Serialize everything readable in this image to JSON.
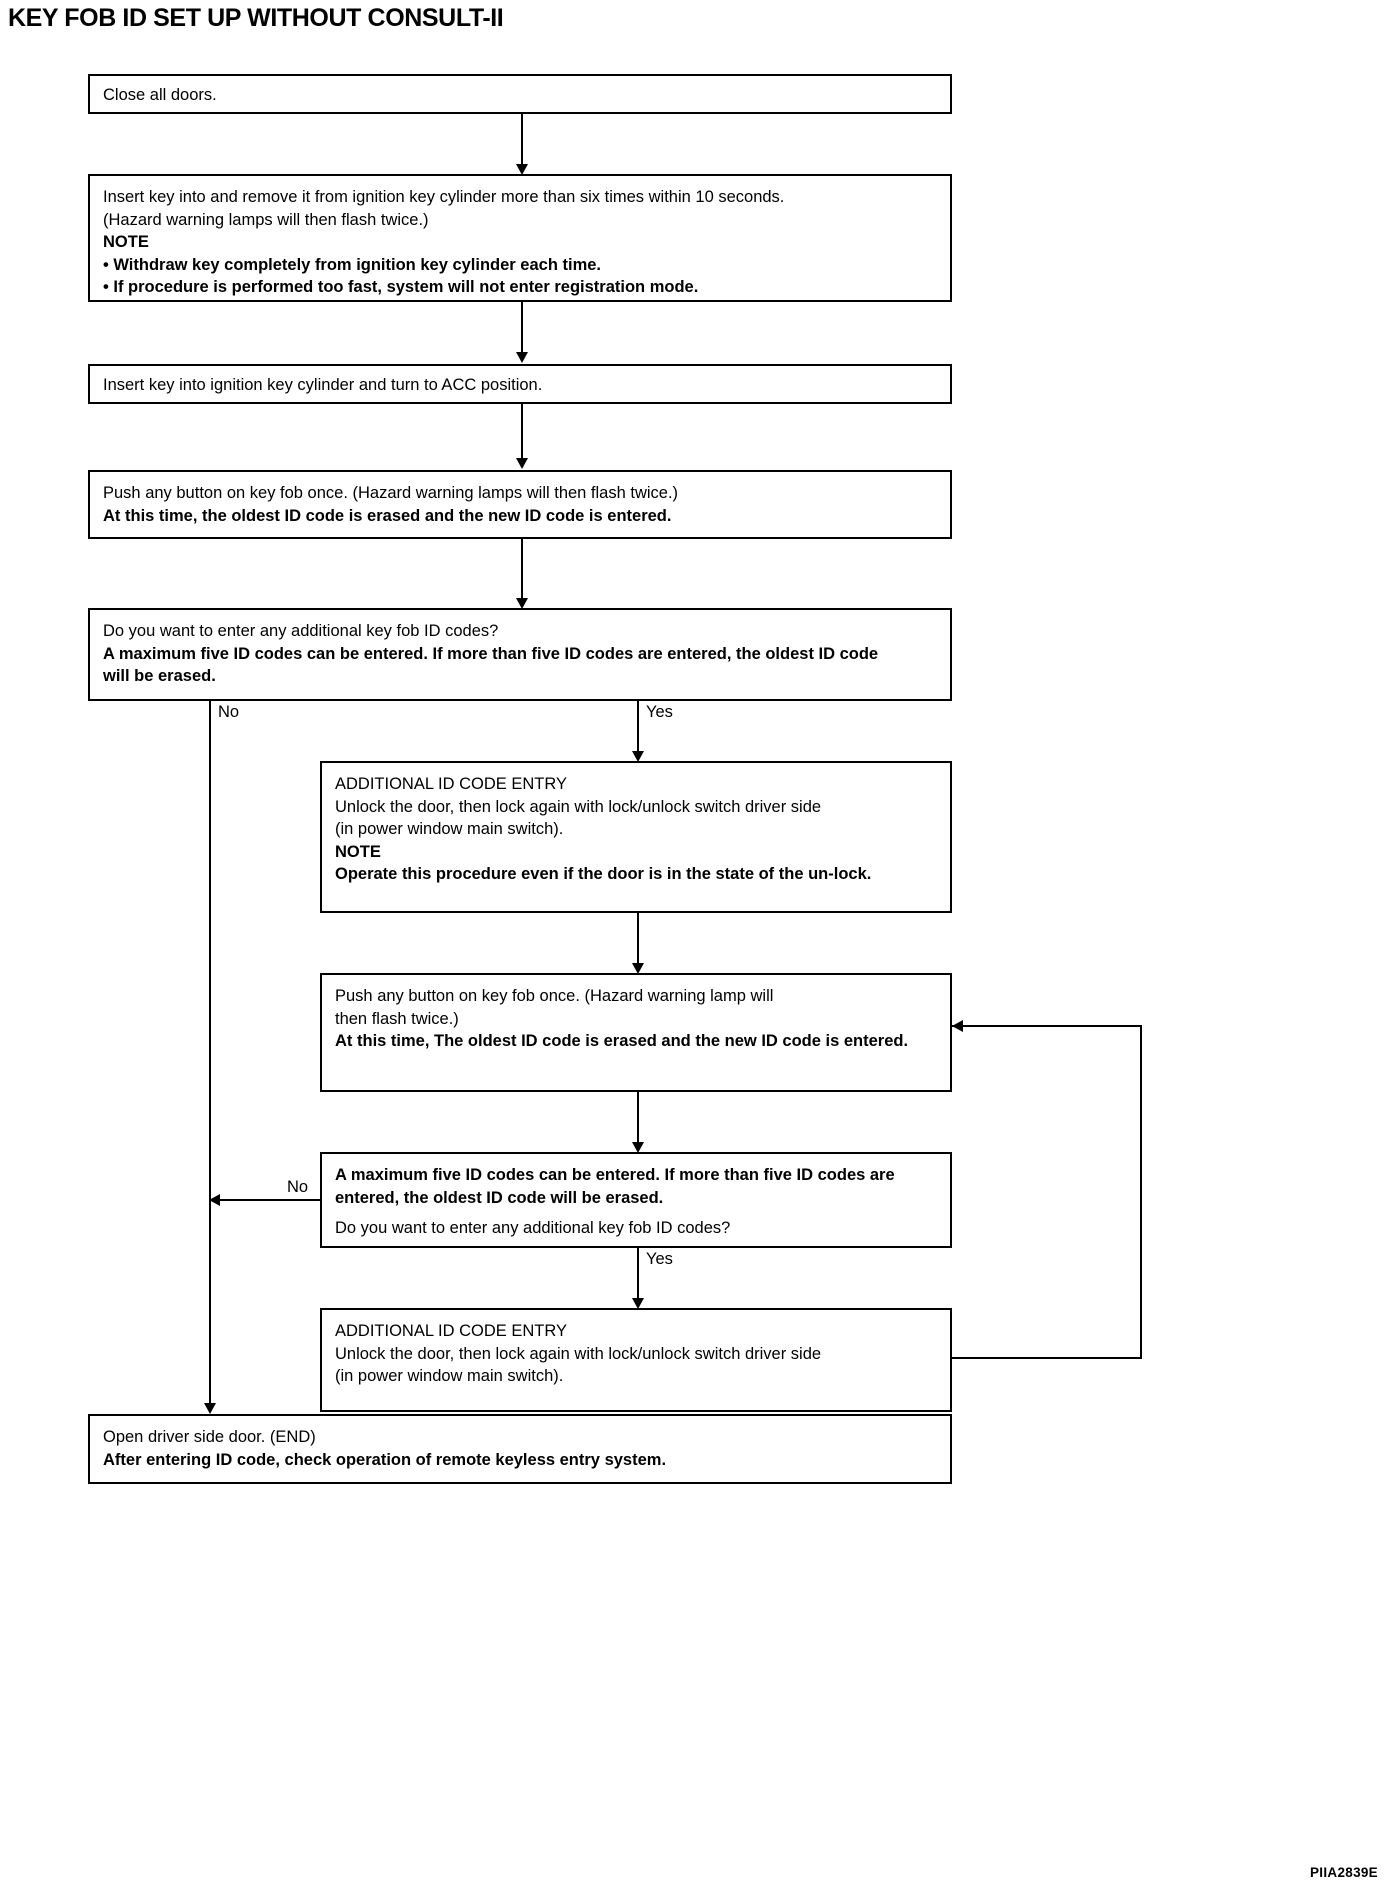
{
  "document": {
    "title": "KEY FOB ID SET UP WITHOUT CONSULT-II",
    "figure_id": "PIIA2839E"
  },
  "flowchart": {
    "type": "flowchart",
    "orientation": "top-to-bottom",
    "nodes": [
      {
        "id": "start",
        "name": "close-all-doors",
        "lines": [
          {
            "text": "Close all doors.",
            "bold": false
          }
        ]
      },
      {
        "id": "insert-remove-key",
        "name": "insert-remove-key-cylinder",
        "lines": [
          {
            "text": "Insert key into and remove it from ignition key cylinder more than six times within 10 seconds.",
            "bold": false
          },
          {
            "text": "(Hazard warning lamps will then flash twice.)",
            "bold": false
          },
          {
            "text": "NOTE",
            "bold": true
          },
          {
            "text": "• Withdraw key completely from ignition key cylinder each time.",
            "bold": true
          },
          {
            "text": "• If procedure is performed too fast, system will not enter registration mode.",
            "bold": true
          }
        ]
      },
      {
        "id": "acc-position",
        "name": "insert-key-acc-position",
        "lines": [
          {
            "text": "Insert key into ignition key cylinder and turn to ACC position.",
            "bold": false
          }
        ]
      },
      {
        "id": "push-button-1",
        "name": "push-any-button-first",
        "lines": [
          {
            "text": "Push any button on key fob once. (Hazard warning lamps will then flash twice.)",
            "bold": false
          },
          {
            "text": "At this time, the oldest ID code is erased and the new ID code is entered.",
            "bold": true
          }
        ]
      },
      {
        "id": "decision-1",
        "name": "decision-additional-codes-first",
        "lines": [
          {
            "text": "Do you want to enter any additional key fob ID codes?",
            "bold": false
          },
          {
            "text": "A  maximum five ID codes can be entered. If more than five ID codes are entered, the oldest ID code will be erased.",
            "bold": true
          }
        ]
      },
      {
        "id": "additional-entry-1",
        "name": "additional-id-code-entry-first",
        "lines": [
          {
            "text": "ADDITIONAL ID CODE ENTRY",
            "bold": false
          },
          {
            "text": "Unlock the door, then lock again with lock/unlock switch driver side",
            "bold": false
          },
          {
            "text": "(in power window main switch).",
            "bold": false
          },
          {
            "text": "NOTE",
            "bold": true
          },
          {
            "text": "Operate this procedure even if the door is in the state of the un-lock.",
            "bold": true
          }
        ]
      },
      {
        "id": "push-button-2",
        "name": "push-any-button-second",
        "lines": [
          {
            "text": "Push any button on key fob once. (Hazard warning lamp will",
            "bold": false
          },
          {
            "text": "then flash twice.)",
            "bold": false
          },
          {
            "text": "At this time, The oldest ID code is erased and the new ID code is entered.",
            "bold": true
          }
        ]
      },
      {
        "id": "decision-2",
        "name": "decision-additional-codes-second",
        "lines": [
          {
            "text": "A  maximum five ID codes can be entered. If more than five ID codes are entered, the oldest ID code will be erased.",
            "bold": true
          },
          {
            "text": "Do you want to enter any additional key fob ID codes?",
            "bold": false
          }
        ]
      },
      {
        "id": "additional-entry-2",
        "name": "additional-id-code-entry-second",
        "lines": [
          {
            "text": "ADDITIONAL ID CODE ENTRY",
            "bold": false
          },
          {
            "text": "Unlock the door, then lock again with lock/unlock switch driver side",
            "bold": false
          },
          {
            "text": "(in power window main switch).",
            "bold": false
          }
        ]
      },
      {
        "id": "end",
        "name": "open-driver-side-door-end",
        "lines": [
          {
            "text": "Open driver side door. (END)",
            "bold": false
          },
          {
            "text": "After entering ID code, check operation of remote keyless entry system.",
            "bold": true
          }
        ]
      }
    ],
    "branch_labels": {
      "decision1_no": "No",
      "decision1_yes": "Yes",
      "decision2_no": "No",
      "decision2_yes": "Yes"
    }
  }
}
